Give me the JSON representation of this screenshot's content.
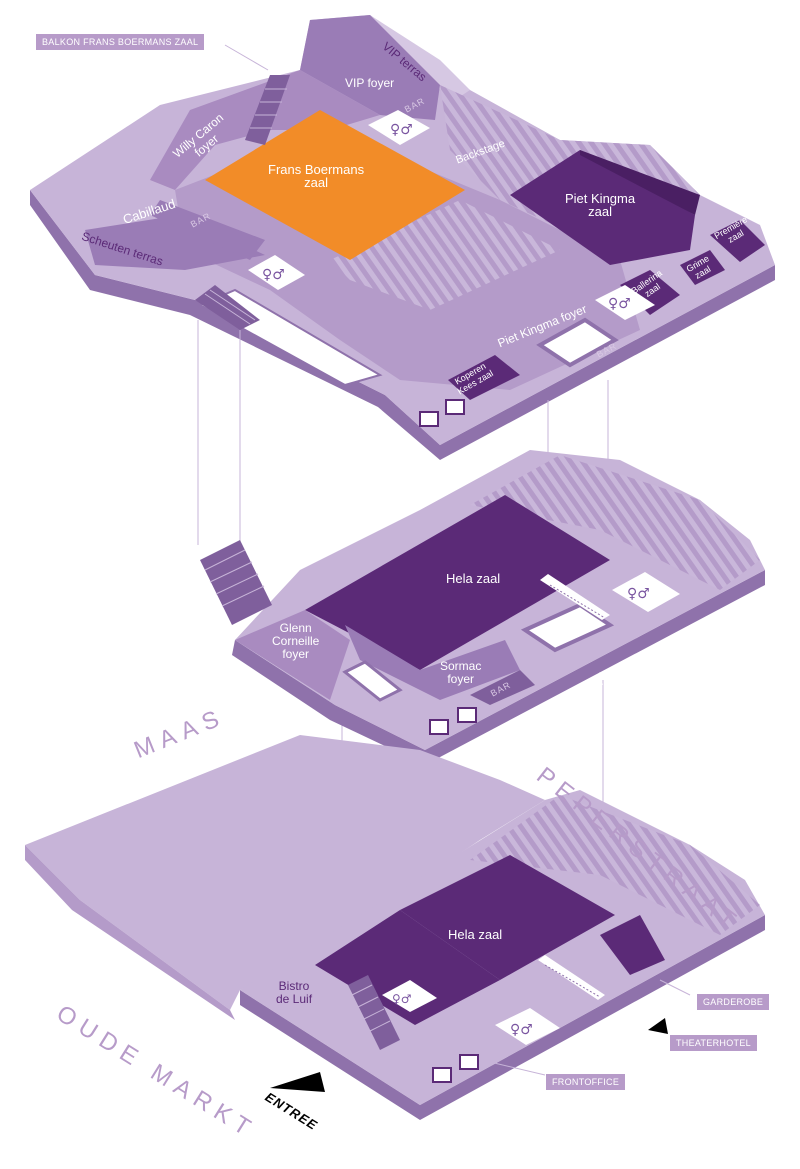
{
  "labels": {
    "balkon": "BALKON FRANS BOERMANS ZAAL",
    "vip_terras": "VIP terras",
    "vip_foyer": "VIP foyer",
    "bar": "BAR",
    "backstage": "Backstage",
    "willy_caron": "Willy Caron\nfoyer",
    "frans_boermans": "Frans Boermans\nzaal",
    "piet_kingma_zaal": "Piet Kingma\nzaal",
    "premiere": "Première\nzaal",
    "cabillaud": "Cabillaud",
    "scheuten": "Scheuten terras",
    "grime": "Grime\nzaal",
    "ballerina": "Ballerina\nzaal",
    "piet_kingma_foyer": "Piet Kingma foyer",
    "koperen_kees": "Koperen\nKees zaal",
    "hela_zaal": "Hela zaal",
    "glenn": "Glenn\nCorneille\nfoyer",
    "sormac": "Sormac\nfoyer",
    "bistro": "Bistro\nde Luif",
    "garderobe": "GARDEROBE",
    "theaterhotel": "THEATERHOTEL",
    "frontoffice": "FRONTOFFICE",
    "entree": "ENTREE"
  },
  "streets": {
    "maas": "MAAS",
    "peperstraat": "PEPERSTRAAT",
    "oude_markt": "OUDE MARKT"
  },
  "colors": {
    "light": "#c7b4d8",
    "mid": "#a98bc0",
    "side": "#9376ad",
    "dark": "#5b2a77",
    "orange": "#f28c28",
    "tag": "#b79bc9"
  }
}
